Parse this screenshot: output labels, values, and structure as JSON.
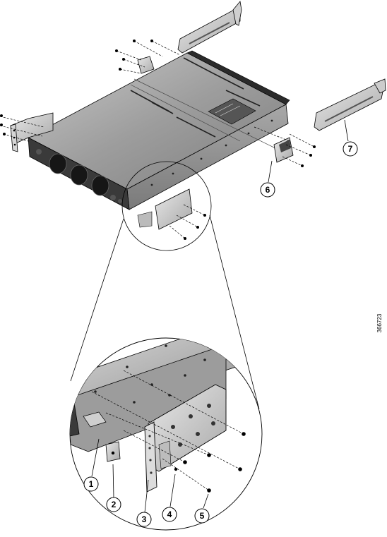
{
  "callouts": [
    {
      "label": "1"
    },
    {
      "label": "2"
    },
    {
      "label": "3"
    },
    {
      "label": "4"
    },
    {
      "label": "5"
    },
    {
      "label": "6"
    },
    {
      "label": "7"
    }
  ],
  "figure_id": "366723",
  "colors": {
    "chassis_top": "#9a9a9a",
    "chassis_side": "#8c8c8c",
    "chassis_dark": "#2a2a2a",
    "bracket": "#b8b8b8",
    "line": "#000000"
  }
}
